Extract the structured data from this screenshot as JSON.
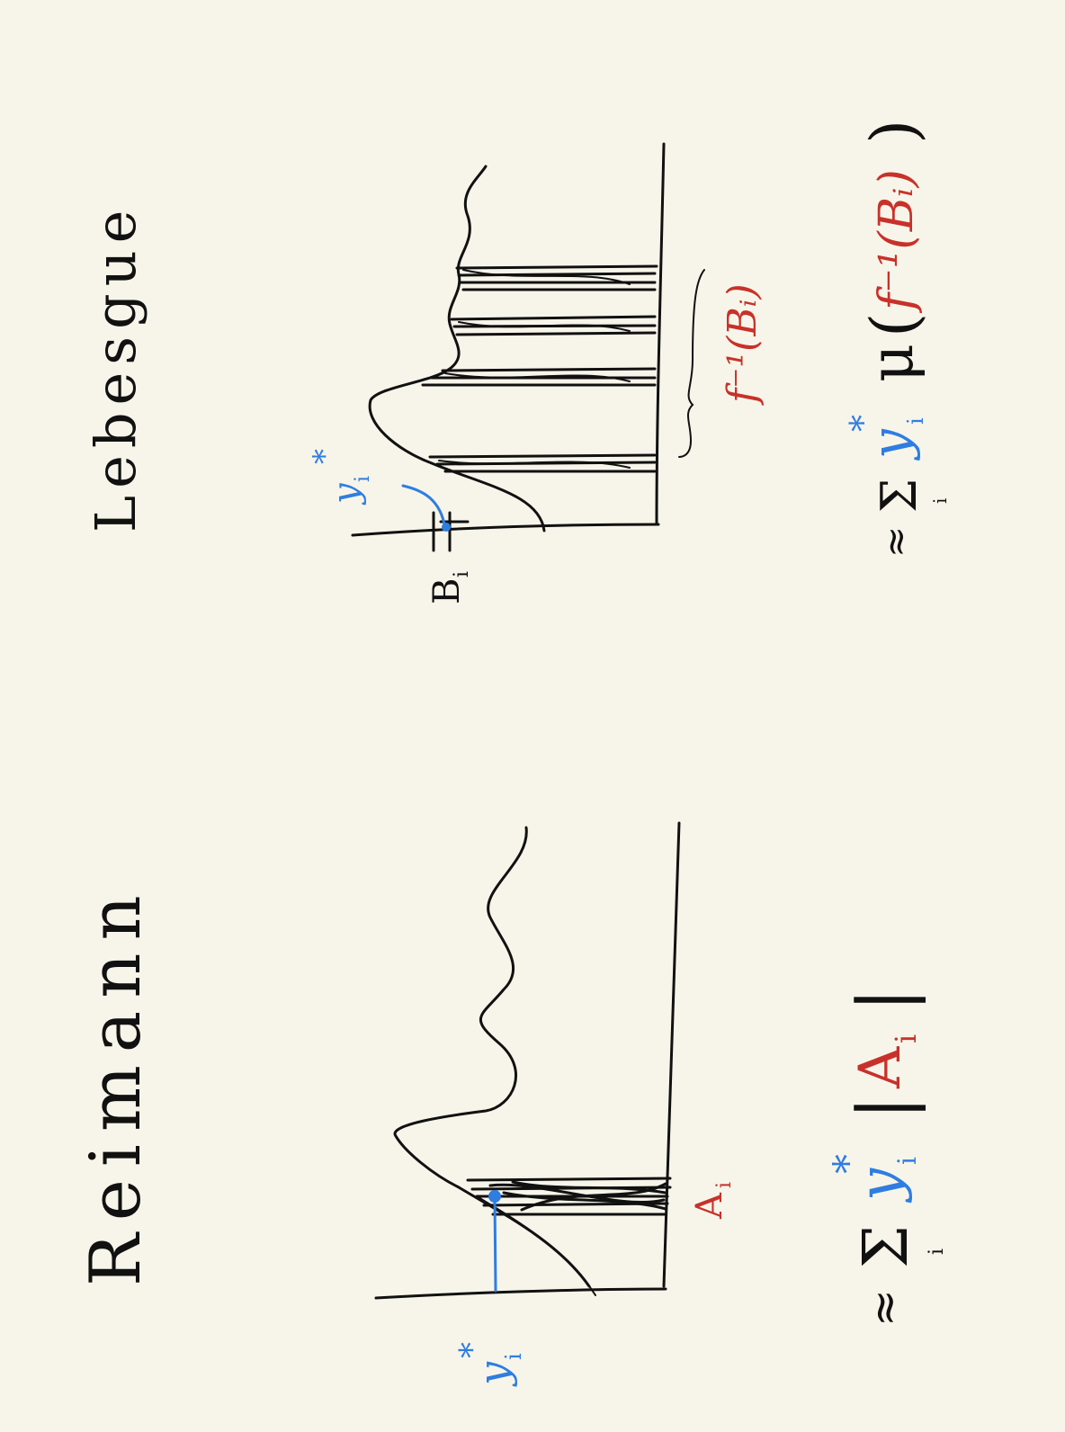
{
  "colors": {
    "background": "#f7f5ea",
    "ink": "#111111",
    "blue": "#2f7de1",
    "red": "#c8312a"
  },
  "riemann": {
    "title": "Reimann",
    "point_label": "y",
    "point_star": "*",
    "point_sub": "i",
    "interval_label": "A",
    "interval_sub": "i",
    "formula": {
      "approx": "≈",
      "sum": "Σ",
      "index": "i",
      "y": "y",
      "star": "*",
      "y_sub": "i",
      "measure_open": "|",
      "A": "A",
      "A_sub": "i",
      "measure_close": "|"
    }
  },
  "lebesgue": {
    "title": "Lebesgue",
    "point_label": "y",
    "point_star": "*",
    "point_sub": "i",
    "band_label": "B",
    "band_sub": "i",
    "preimage_label": "f⁻¹(Bᵢ)",
    "formula": {
      "approx": "≈",
      "sum": "Σ",
      "index": "i",
      "y": "y",
      "star": "*",
      "y_sub": "i",
      "mu": "μ",
      "open": "(",
      "preimage": "f⁻¹(Bᵢ)",
      "close": ")"
    }
  }
}
